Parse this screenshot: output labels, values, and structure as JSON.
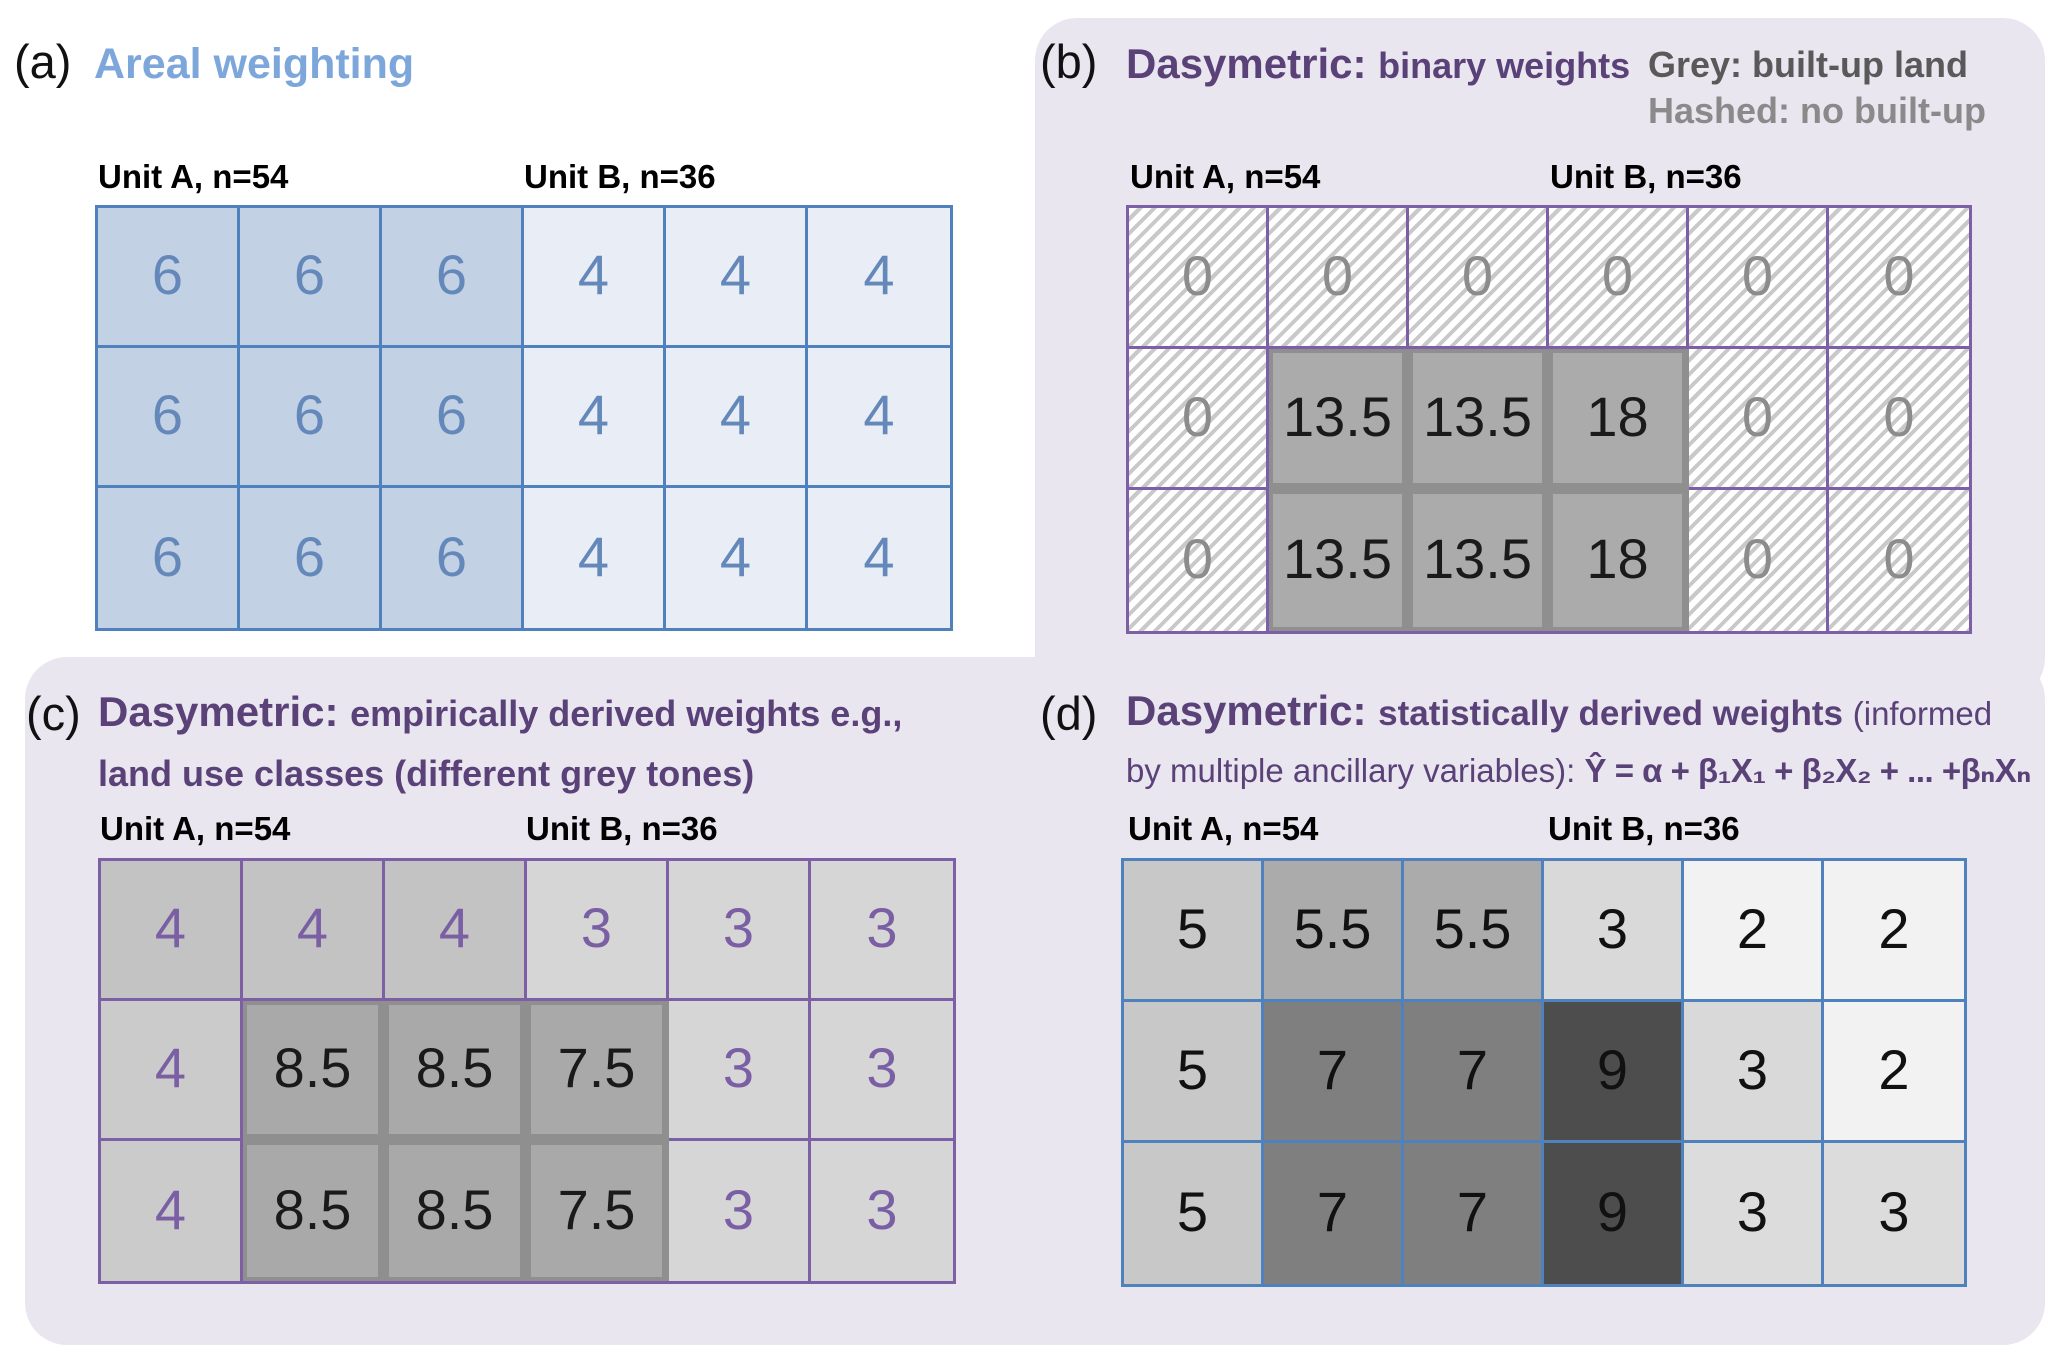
{
  "colors": {
    "panel_background": "#e9e6f0",
    "blue_border": "#4f81bd",
    "purple_border": "#7d5fa5",
    "heading_purple": "#5a4178",
    "areal_blue_title": "#7da7db",
    "legend_grey_dark": "#595959",
    "legend_grey_light": "#8a8a8a"
  },
  "panels": [
    {
      "id": "a",
      "label": "(a)",
      "title": "Areal weighting",
      "unit_a": "Unit A, n=54",
      "unit_b": "Unit B, n=36",
      "rows": [
        [
          {
            "v": "6",
            "bg": "#c2d1e4",
            "fg": "#6488ba"
          },
          {
            "v": "6",
            "bg": "#c2d1e4",
            "fg": "#6488ba"
          },
          {
            "v": "6",
            "bg": "#c2d1e4",
            "fg": "#6488ba"
          },
          {
            "v": "4",
            "bg": "#e9edf5",
            "fg": "#6488ba"
          },
          {
            "v": "4",
            "bg": "#e9edf5",
            "fg": "#6488ba"
          },
          {
            "v": "4",
            "bg": "#e9edf5",
            "fg": "#6488ba"
          }
        ],
        [
          {
            "v": "6",
            "bg": "#c2d1e4",
            "fg": "#6488ba"
          },
          {
            "v": "6",
            "bg": "#c2d1e4",
            "fg": "#6488ba"
          },
          {
            "v": "6",
            "bg": "#c2d1e4",
            "fg": "#6488ba"
          },
          {
            "v": "4",
            "bg": "#e9edf5",
            "fg": "#6488ba"
          },
          {
            "v": "4",
            "bg": "#e9edf5",
            "fg": "#6488ba"
          },
          {
            "v": "4",
            "bg": "#e9edf5",
            "fg": "#6488ba"
          }
        ],
        [
          {
            "v": "6",
            "bg": "#c2d1e4",
            "fg": "#6488ba"
          },
          {
            "v": "6",
            "bg": "#c2d1e4",
            "fg": "#6488ba"
          },
          {
            "v": "6",
            "bg": "#c2d1e4",
            "fg": "#6488ba"
          },
          {
            "v": "4",
            "bg": "#e9edf5",
            "fg": "#6488ba"
          },
          {
            "v": "4",
            "bg": "#e9edf5",
            "fg": "#6488ba"
          },
          {
            "v": "4",
            "bg": "#e9edf5",
            "fg": "#6488ba"
          }
        ]
      ]
    },
    {
      "id": "b",
      "label": "(b)",
      "title_strong": "Dasymetric: ",
      "title_rest": "binary weights",
      "legend_grey": "Grey: built-up land",
      "legend_hashed": "Hashed: no built-up",
      "unit_a": "Unit A, n=54",
      "unit_b": "Unit B, n=36",
      "rows": [
        [
          {
            "v": "0",
            "hatch": true,
            "fg": "#8c8c8c"
          },
          {
            "v": "0",
            "hatch": true,
            "fg": "#8c8c8c"
          },
          {
            "v": "0",
            "hatch": true,
            "fg": "#8c8c8c"
          },
          {
            "v": "0",
            "hatch": true,
            "fg": "#8c8c8c"
          },
          {
            "v": "0",
            "hatch": true,
            "fg": "#8c8c8c"
          },
          {
            "v": "0",
            "hatch": true,
            "fg": "#8c8c8c"
          }
        ],
        [
          {
            "v": "0",
            "hatch": true,
            "fg": "#8c8c8c"
          },
          {
            "v": "13.5",
            "bg": "#ababab",
            "fg": "#1a1a1a",
            "emph": true
          },
          {
            "v": "13.5",
            "bg": "#ababab",
            "fg": "#1a1a1a",
            "emph": true
          },
          {
            "v": "18",
            "bg": "#ababab",
            "fg": "#1a1a1a",
            "emph": true
          },
          {
            "v": "0",
            "hatch": true,
            "fg": "#8c8c8c"
          },
          {
            "v": "0",
            "hatch": true,
            "fg": "#8c8c8c"
          }
        ],
        [
          {
            "v": "0",
            "hatch": true,
            "fg": "#8c8c8c"
          },
          {
            "v": "13.5",
            "bg": "#ababab",
            "fg": "#1a1a1a",
            "emph": true
          },
          {
            "v": "13.5",
            "bg": "#ababab",
            "fg": "#1a1a1a",
            "emph": true
          },
          {
            "v": "18",
            "bg": "#ababab",
            "fg": "#1a1a1a",
            "emph": true
          },
          {
            "v": "0",
            "hatch": true,
            "fg": "#8c8c8c"
          },
          {
            "v": "0",
            "hatch": true,
            "fg": "#8c8c8c"
          }
        ]
      ]
    },
    {
      "id": "c",
      "label": "(c)",
      "title_strong": "Dasymetric: ",
      "title_line1": "empirically derived weights e.g.,",
      "title_line2": "land use classes (different grey tones)",
      "unit_a": "Unit A, n=54",
      "unit_b": "Unit B, n=36",
      "rows": [
        [
          {
            "v": "4",
            "bg": "#c3c3c3",
            "fg": "#7b5fa5"
          },
          {
            "v": "4",
            "bg": "#c3c3c3",
            "fg": "#7b5fa5"
          },
          {
            "v": "4",
            "bg": "#c3c3c3",
            "fg": "#7b5fa5"
          },
          {
            "v": "3",
            "bg": "#d6d6d6",
            "fg": "#7b5fa5"
          },
          {
            "v": "3",
            "bg": "#d6d6d6",
            "fg": "#7b5fa5"
          },
          {
            "v": "3",
            "bg": "#d6d6d6",
            "fg": "#7b5fa5"
          }
        ],
        [
          {
            "v": "4",
            "bg": "#cbcbcb",
            "fg": "#7b5fa5"
          },
          {
            "v": "8.5",
            "bg": "#a9a9a9",
            "fg": "#1a1a1a",
            "emph": true
          },
          {
            "v": "8.5",
            "bg": "#a9a9a9",
            "fg": "#1a1a1a",
            "emph": true
          },
          {
            "v": "7.5",
            "bg": "#a9a9a9",
            "fg": "#1a1a1a",
            "emph": true
          },
          {
            "v": "3",
            "bg": "#d6d6d6",
            "fg": "#7b5fa5"
          },
          {
            "v": "3",
            "bg": "#d6d6d6",
            "fg": "#7b5fa5"
          }
        ],
        [
          {
            "v": "4",
            "bg": "#cbcbcb",
            "fg": "#7b5fa5"
          },
          {
            "v": "8.5",
            "bg": "#a9a9a9",
            "fg": "#1a1a1a",
            "emph": true
          },
          {
            "v": "8.5",
            "bg": "#a9a9a9",
            "fg": "#1a1a1a",
            "emph": true
          },
          {
            "v": "7.5",
            "bg": "#a9a9a9",
            "fg": "#1a1a1a",
            "emph": true
          },
          {
            "v": "3",
            "bg": "#d6d6d6",
            "fg": "#7b5fa5"
          },
          {
            "v": "3",
            "bg": "#d6d6d6",
            "fg": "#7b5fa5"
          }
        ]
      ]
    },
    {
      "id": "d",
      "label": "(d)",
      "title_strong": "Dasymetric: ",
      "title_bold": "statistically derived weights ",
      "title_light1": "(informed",
      "title_light2": "by multiple ancillary variables): ",
      "formula": "Ŷ = α + β₁X₁ + β₂X₂ + ... +βₙXₙ",
      "unit_a": "Unit A, n=54",
      "unit_b": "Unit B, n=36",
      "rows": [
        [
          {
            "v": "5",
            "bg": "#c8c8c8",
            "fg": "#111111"
          },
          {
            "v": "5.5",
            "bg": "#ababab",
            "fg": "#111111"
          },
          {
            "v": "5.5",
            "bg": "#ababab",
            "fg": "#111111"
          },
          {
            "v": "3",
            "bg": "#d9d9d9",
            "fg": "#111111"
          },
          {
            "v": "2",
            "bg": "#f2f2f2",
            "fg": "#111111"
          },
          {
            "v": "2",
            "bg": "#f2f2f2",
            "fg": "#111111"
          }
        ],
        [
          {
            "v": "5",
            "bg": "#c8c8c8",
            "fg": "#111111"
          },
          {
            "v": "7",
            "bg": "#7f7f7f",
            "fg": "#111111"
          },
          {
            "v": "7",
            "bg": "#7f7f7f",
            "fg": "#111111"
          },
          {
            "v": "9",
            "bg": "#4d4d4d",
            "fg": "#111111"
          },
          {
            "v": "3",
            "bg": "#d9d9d9",
            "fg": "#111111"
          },
          {
            "v": "2",
            "bg": "#f2f2f2",
            "fg": "#111111"
          }
        ],
        [
          {
            "v": "5",
            "bg": "#c8c8c8",
            "fg": "#111111"
          },
          {
            "v": "7",
            "bg": "#7f7f7f",
            "fg": "#111111"
          },
          {
            "v": "7",
            "bg": "#7f7f7f",
            "fg": "#111111"
          },
          {
            "v": "9",
            "bg": "#4d4d4d",
            "fg": "#111111"
          },
          {
            "v": "3",
            "bg": "#dcdcdc",
            "fg": "#111111"
          },
          {
            "v": "3",
            "bg": "#dcdcdc",
            "fg": "#111111"
          }
        ]
      ]
    }
  ]
}
